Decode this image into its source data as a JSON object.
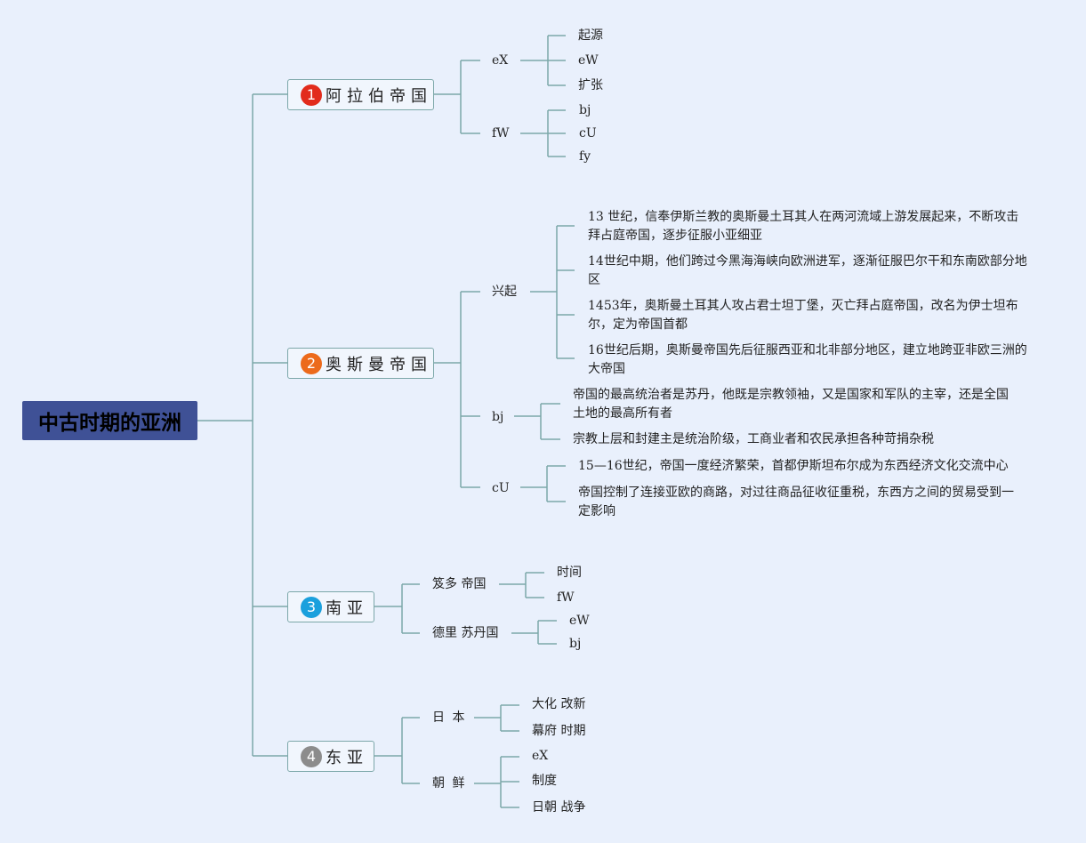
{
  "root": "中古时期的亚洲",
  "colors": {
    "line": "#7ca7a9",
    "root_bg": "#3f5196",
    "num1": "#e22b1c",
    "num2": "#ec6a1b",
    "num3": "#1aa0dd",
    "num4": "#8c8c8c"
  },
  "b1": {
    "num": "1",
    "label": "阿拉伯帝国",
    "c1": {
      "label": "eX",
      "items": [
        "起源",
        "eW",
        "扩张"
      ]
    },
    "c2": {
      "label": "fW",
      "items": [
        "bj",
        "cU",
        "fy"
      ]
    }
  },
  "b2": {
    "num": "2",
    "label": "奥斯曼帝国",
    "c1": {
      "label": "兴起",
      "items": [
        "13 世纪，信奉伊斯兰教的奥斯曼土耳其人在两河流域上游发展起来，不断攻击拜占庭帝国，逐步征服小亚细亚",
        "14世纪中期，他们跨过今黑海海峡向欧洲进军，逐渐征服巴尔干和东南欧部分地区",
        "1453年，奥斯曼土耳其人攻占君士坦丁堡，灭亡拜占庭帝国，改名为伊士坦布尔，定为帝国首都",
        "16世纪后期，奥斯曼帝国先后征服西亚和北非部分地区，建立地跨亚非欧三洲的大帝国"
      ]
    },
    "c2": {
      "label": "bj",
      "items": [
        "帝国的最高统治者是苏丹，他既是宗教领袖，又是国家和军队的主宰，还是全国土地的最高所有者",
        "宗教上层和封建主是统治阶级，工商业者和农民承担各种苛捐杂税"
      ]
    },
    "c3": {
      "label": "cU",
      "items": [
        "15—16世纪，帝国一度经济繁荣，首都伊斯坦布尔成为东西经济文化交流中心",
        "帝国控制了连接亚欧的商路，对过往商品征收征重税，东西方之间的贸易受到一定影响"
      ]
    }
  },
  "b3": {
    "num": "3",
    "label": "南亚",
    "c1": {
      "label": "笈多 帝国",
      "items": [
        "时间",
        "fW"
      ]
    },
    "c2": {
      "label": "德里 苏丹国",
      "items": [
        "eW",
        "bj"
      ]
    }
  },
  "b4": {
    "num": "4",
    "label": "东亚",
    "c1": {
      "label": "日 本",
      "items": [
        "大化 改新",
        "幕府 时期"
      ]
    },
    "c2": {
      "label": "朝 鲜",
      "items": [
        "eX",
        "制度",
        "日朝 战争"
      ]
    }
  }
}
